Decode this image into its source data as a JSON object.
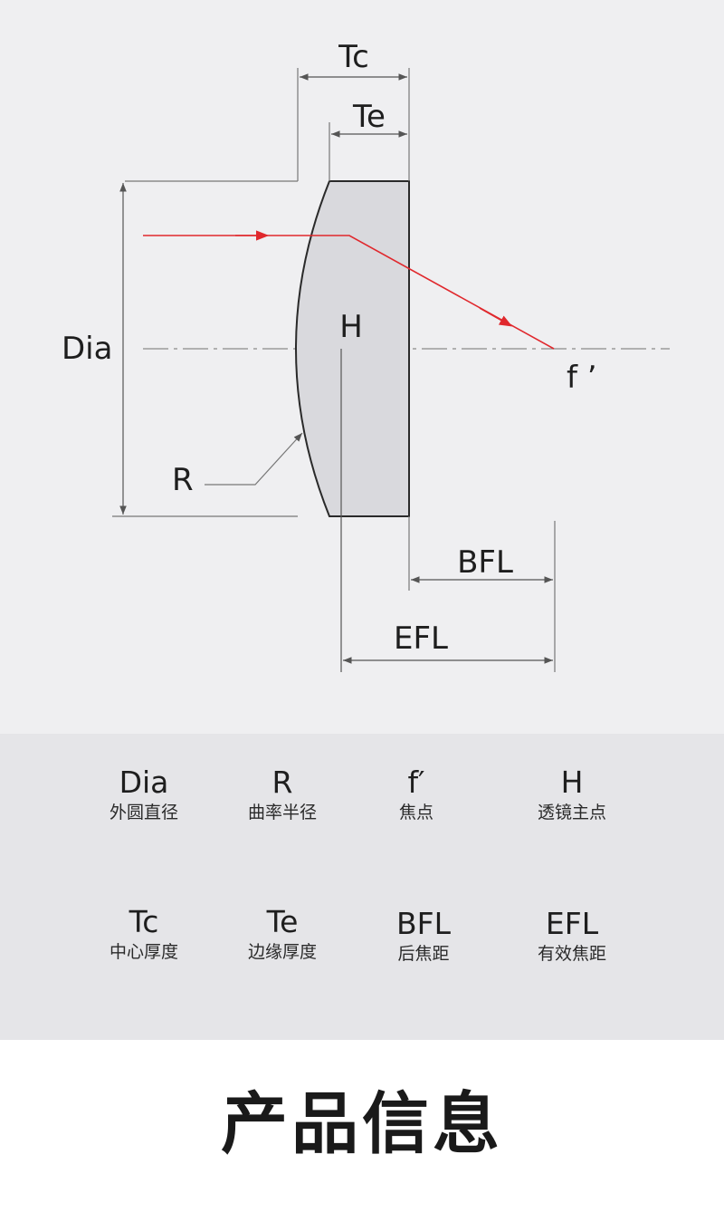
{
  "diagram": {
    "labels": {
      "tc": "Tc",
      "te": "Te",
      "dia": "Dia",
      "h": "H",
      "f_prime": "f ’",
      "r": "R",
      "bfl": "BFL",
      "efl": "EFL"
    }
  },
  "legend": {
    "items": [
      {
        "symbol": "Dia",
        "desc": "外圆直径"
      },
      {
        "symbol": "R",
        "desc": "曲率半径"
      },
      {
        "symbol": "f′",
        "desc": "焦点"
      },
      {
        "symbol": "H",
        "desc": "透镜主点"
      },
      {
        "symbol": "Tc",
        "desc": "中心厚度"
      },
      {
        "symbol": "Te",
        "desc": "边缘厚度"
      },
      {
        "symbol": "BFL",
        "desc": "后焦距"
      },
      {
        "symbol": "EFL",
        "desc": "有效焦距"
      }
    ]
  },
  "footer": {
    "title": "产品信息"
  },
  "colors": {
    "ray": "#e0282d",
    "lens_fill": "#d9d9dd",
    "line": "#2a2a2a",
    "dimension": "#7a7a7a"
  }
}
